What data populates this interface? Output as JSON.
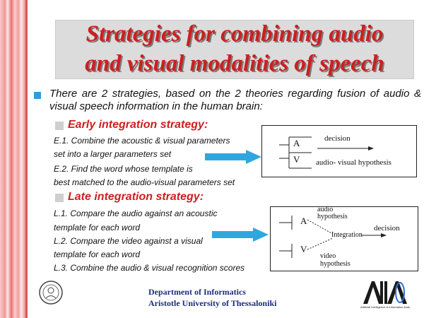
{
  "title": {
    "line1": "Strategies for combining audio",
    "line2": "and visual modalities of speech"
  },
  "intro": "There are 2 strategies, based on the 2 theories regarding fusion of audio & visual speech information in the human brain:",
  "early": {
    "heading": "Early integration strategy:",
    "items": [
      "E.1. Combine the acoustic & visual parameters",
      "set into a larger parameters set",
      "E.2. Find the word whose template is",
      "best matched to the audio-visual parameters set"
    ],
    "diagram": {
      "box_a": "A",
      "box_v": "V",
      "decision": "decision",
      "hypothesis": "audio- visual hypothesis"
    }
  },
  "late": {
    "heading": "Late integration strategy:",
    "items": [
      "L.1. Compare the audio against an acoustic",
      "template for each word",
      "L.2. Compare the video against a visual",
      "template for each word",
      "L.3. Combine the audio & visual recognition scores"
    ],
    "diagram": {
      "box_a": "A",
      "box_v": "V",
      "audio_hyp_1": "audio",
      "audio_hyp_2": "hypothesis",
      "integration": "Integration",
      "decision": "decision",
      "video_hyp_1": "video",
      "video_hyp_2": "hypothesis"
    }
  },
  "footer": {
    "line1": "Department of Informatics",
    "line2": "Aristotle University of Thessaloniki"
  },
  "logo": {
    "text": "AIIA",
    "caption": "Artificial Intelligence & Information Analysis"
  }
}
